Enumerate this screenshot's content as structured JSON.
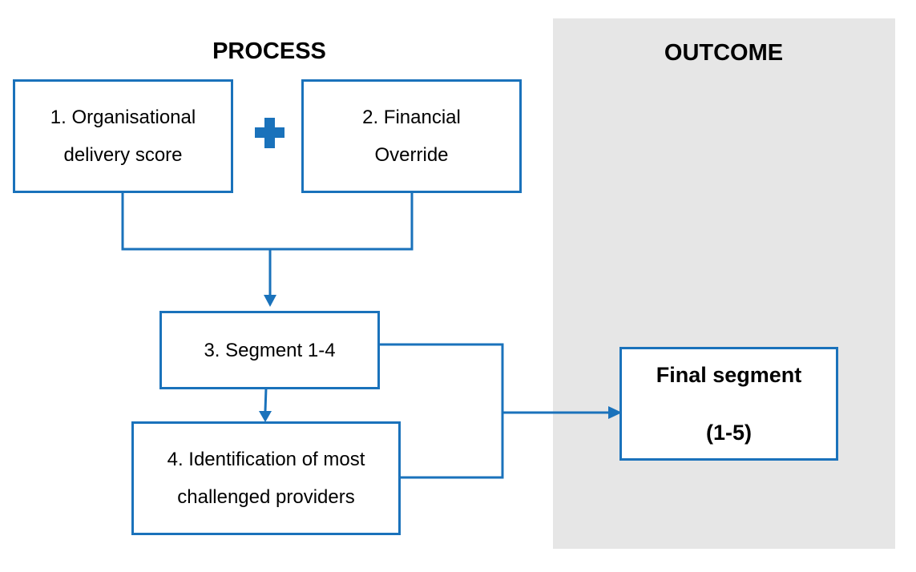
{
  "headings": {
    "process": "PROCESS",
    "outcome": "OUTCOME"
  },
  "boxes": {
    "organisational": {
      "line1": "1. Organisational",
      "line2": "delivery score"
    },
    "financial": {
      "line1": "2. Financial",
      "line2": "Override"
    },
    "segment": {
      "line1": "3. Segment 1-4"
    },
    "identification": {
      "line1": "4. Identification of most",
      "line2": "challenged providers"
    },
    "final": {
      "line1": "Final segment",
      "line2": "(1-5)"
    }
  },
  "icons": {
    "combine": "plus-icon"
  },
  "colors": {
    "accent": "#1a72bb",
    "outcome_panel": "#e6e6e6",
    "text": "#000000"
  }
}
